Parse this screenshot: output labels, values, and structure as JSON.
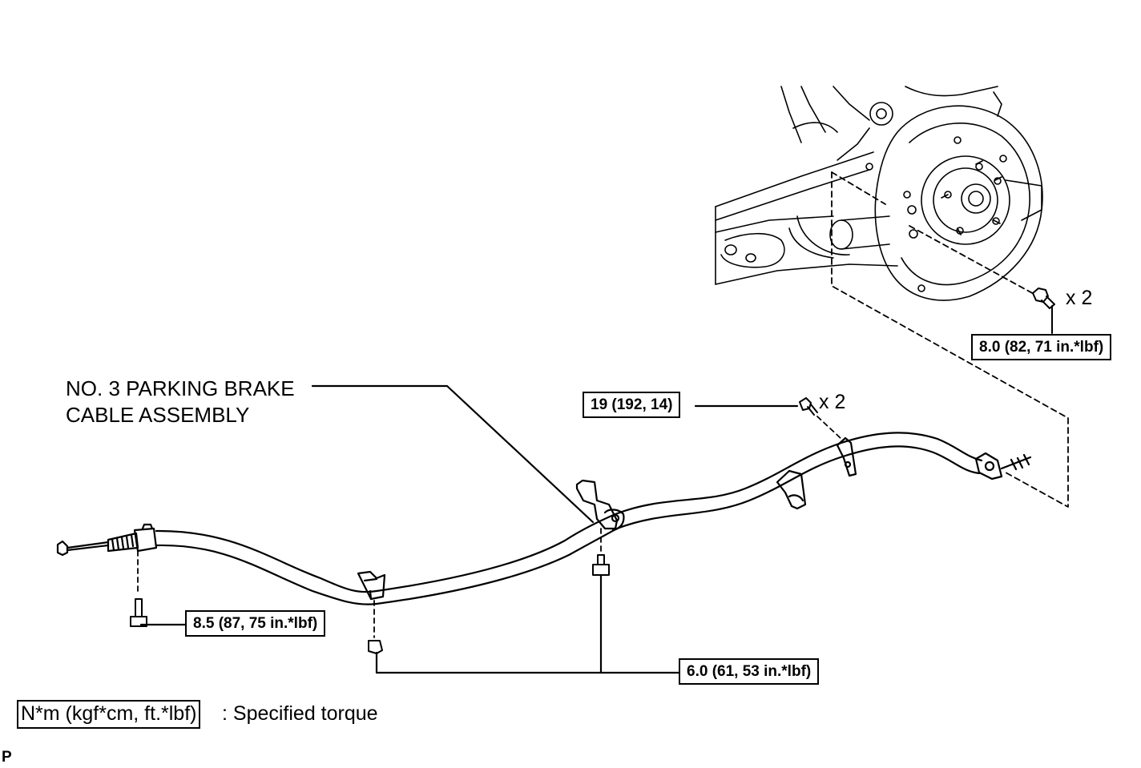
{
  "part_label": {
    "line1": "NO. 3 PARKING BRAKE",
    "line2": "CABLE ASSEMBLY"
  },
  "torques": {
    "backing_plate_bolts": "8.0 (82, 71 in.*lbf)",
    "bracket_bolts": "19 (192, 14)",
    "front_bolt": "8.5 (87, 75 in.*lbf)",
    "clamp_fasteners": "6.0 (61, 53 in.*lbf)"
  },
  "quantities": {
    "backing_plate_bolts": "x 2",
    "bracket_bolts": "x 2"
  },
  "legend": {
    "unit_box": "N*m (kgf*cm, ft.*lbf)",
    "description": ": Specified torque"
  },
  "figure_code": "P"
}
